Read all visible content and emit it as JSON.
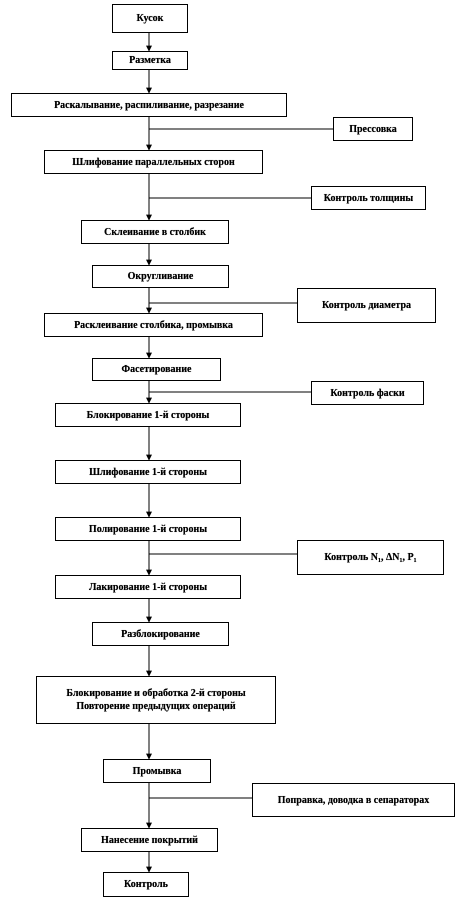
{
  "steps": {
    "s1": "Кусок",
    "s2": "Разметка",
    "s3": "Раскалывание, распиливание, разрезание",
    "s4": "Шлифование параллельных сторон",
    "s5": "Склеивание в столбик",
    "s6": "Округливание",
    "s7": "Расклеивание столбика, промывка",
    "s8": "Фасетирование",
    "s9": "Блокирование 1-й стороны",
    "s10": "Шлифование 1-й стороны",
    "s11": "Полирование 1-й стороны",
    "s12": "Лакирование 1-й стороны",
    "s13": "Разблокирование",
    "s14_line1": "Блокирование и обработка 2-й стороны",
    "s14_line2": "Повторение предыдущих операций",
    "s15": "Промывка",
    "s16": "Нанесение покрытий",
    "s17": "Контроль"
  },
  "side": {
    "c1": "Прессовка",
    "c2": "Контроль толщины",
    "c3": "Контроль диаметра",
    "c4": "Контроль фаски",
    "c5": "Контроль N₁, ΔN₁, P₁",
    "c6": "Поправка, доводка в сепараторах"
  }
}
